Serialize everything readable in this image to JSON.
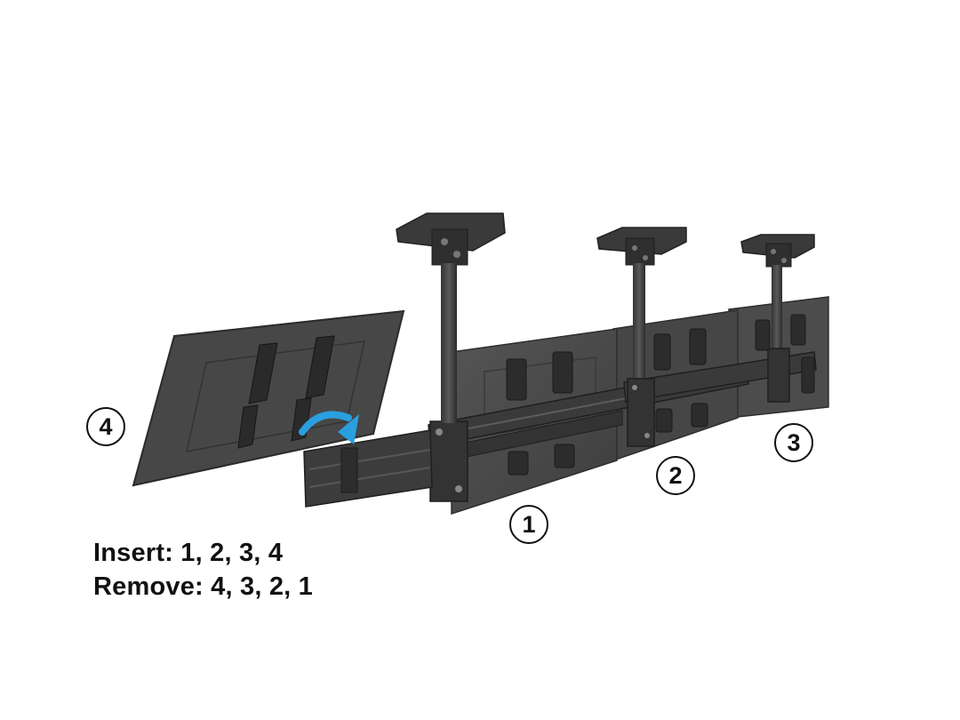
{
  "callouts": [
    {
      "id": "1",
      "label": "1"
    },
    {
      "id": "2",
      "label": "2"
    },
    {
      "id": "3",
      "label": "3"
    },
    {
      "id": "4",
      "label": "4"
    }
  ],
  "instructions": {
    "insert": "Insert: 1, 2, 3, 4",
    "remove": "Remove: 4, 3, 2, 1"
  },
  "colors": {
    "panel": "#4a4a4a",
    "panel_edge": "#2e2e2e",
    "metal": "#3c3c3c",
    "arrow": "#2a9fe0"
  },
  "icons": {
    "insertion_arrow": "curved-arrow-icon"
  }
}
